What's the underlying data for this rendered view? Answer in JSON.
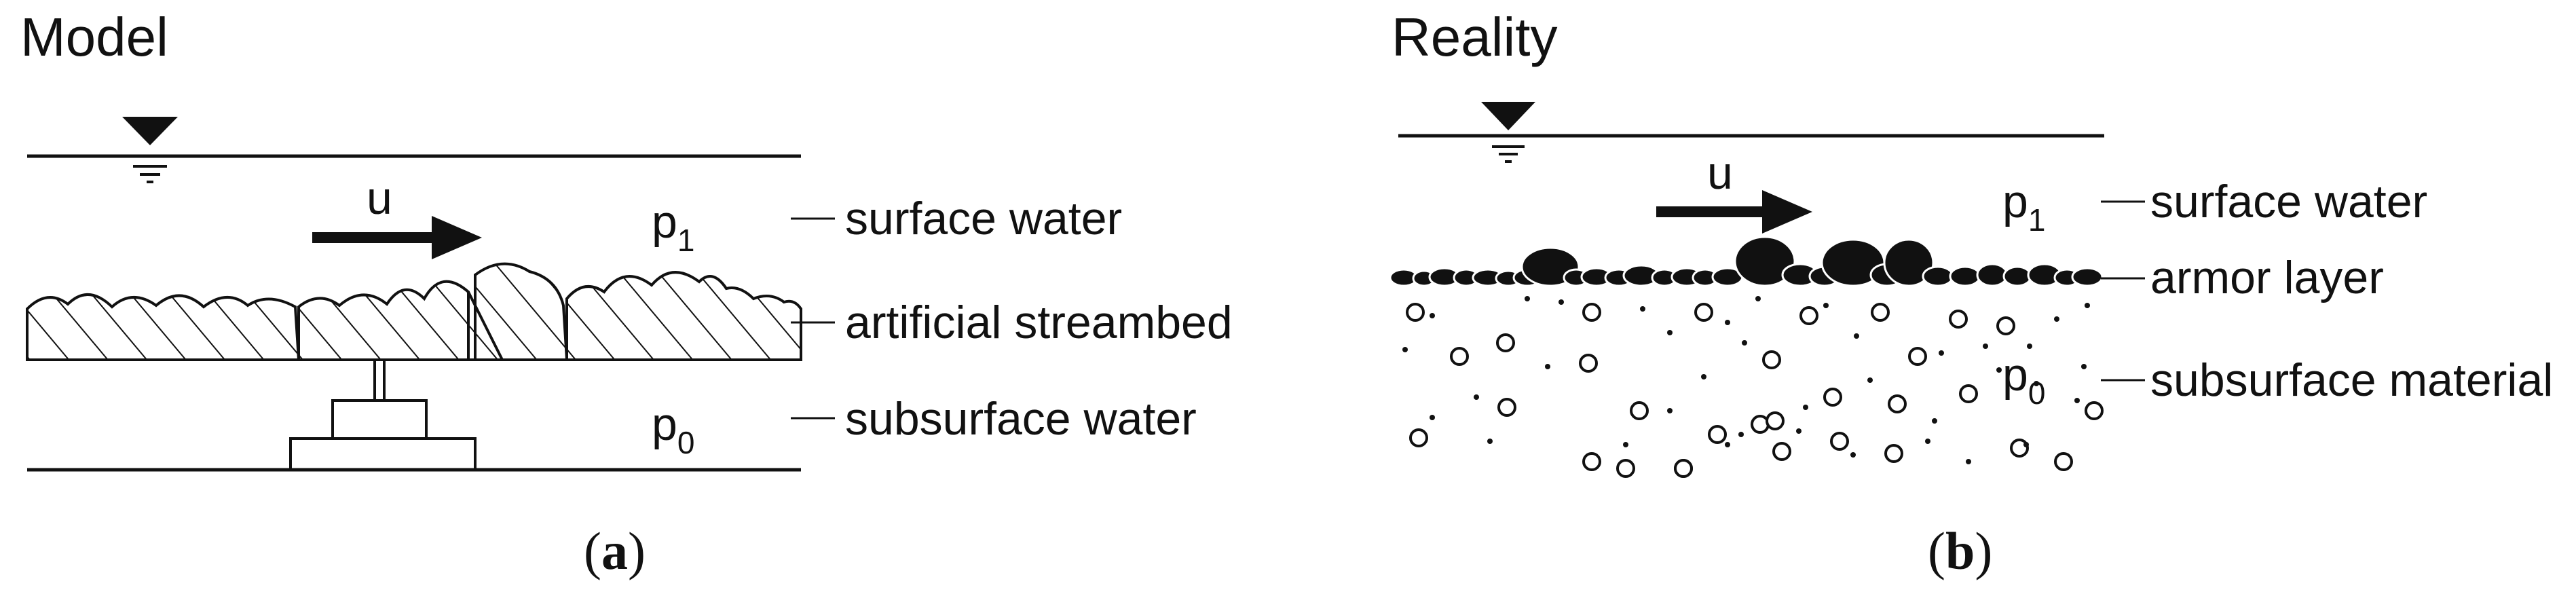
{
  "panels": [
    {
      "id": "a",
      "title": "Model",
      "flow_label": "u",
      "pressure_top": {
        "base": "p",
        "sub": "1"
      },
      "pressure_bottom": {
        "base": "p",
        "sub": "0"
      },
      "labels": [
        "surface water",
        "artificial streambed",
        "subsurface water"
      ],
      "caption": {
        "open": "(",
        "letter": "a",
        "close": ")"
      }
    },
    {
      "id": "b",
      "title": "Reality",
      "flow_label": "u",
      "pressure_top": {
        "base": "p",
        "sub": "1"
      },
      "pressure_bottom": {
        "base": "p",
        "sub": "0"
      },
      "labels": [
        "surface water",
        "armor layer",
        "subsurface material"
      ],
      "caption": {
        "open": "(",
        "letter": "b",
        "close": ")"
      }
    }
  ]
}
